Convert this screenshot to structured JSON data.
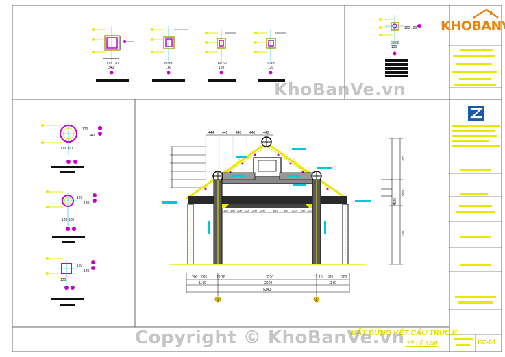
{
  "watermark": {
    "center": "KhoBanVe.vn",
    "bottom": "Copyright © KhoBanVe.vn"
  },
  "logo": {
    "text": "KHOBANVE"
  },
  "drawing": {
    "title": "MẶT ĐỨNG KẾT CẤU TRỤC E",
    "scale": "TỶ LỆ 1/50",
    "sheet_code": "KC-04"
  },
  "dimensions": {
    "top_spacings": [
      "444",
      "440",
      "440",
      "440",
      "440"
    ],
    "bottom_row": [
      "200",
      "925",
      "12 10",
      "3220",
      "12 10",
      "925",
      "200"
    ],
    "bottom_row2": [
      "1170",
      "3220",
      "1170"
    ],
    "total": "5240",
    "right_col": [
      "1265",
      "595",
      "2260"
    ],
    "right_total": "4595",
    "beam_labels": [
      "120",
      "190",
      "200",
      "120",
      "200",
      "200",
      "160",
      "100",
      "200",
      "190",
      "120"
    ]
  },
  "grid_axes": [
    "1",
    "2"
  ],
  "colors": {
    "background": "#ffffff",
    "border": "#6a6a6a",
    "yellow": "#e8e800",
    "cyan": "#00c8dc",
    "magenta": "#c800c8",
    "olive": "#b0a000",
    "ochre": "#d0a000",
    "black": "#111111",
    "dark_gray": "#2a2a2a",
    "gray_fill": "#888888",
    "blue_logo": "#1a5aa8",
    "orange_logo": "#e8850c"
  }
}
